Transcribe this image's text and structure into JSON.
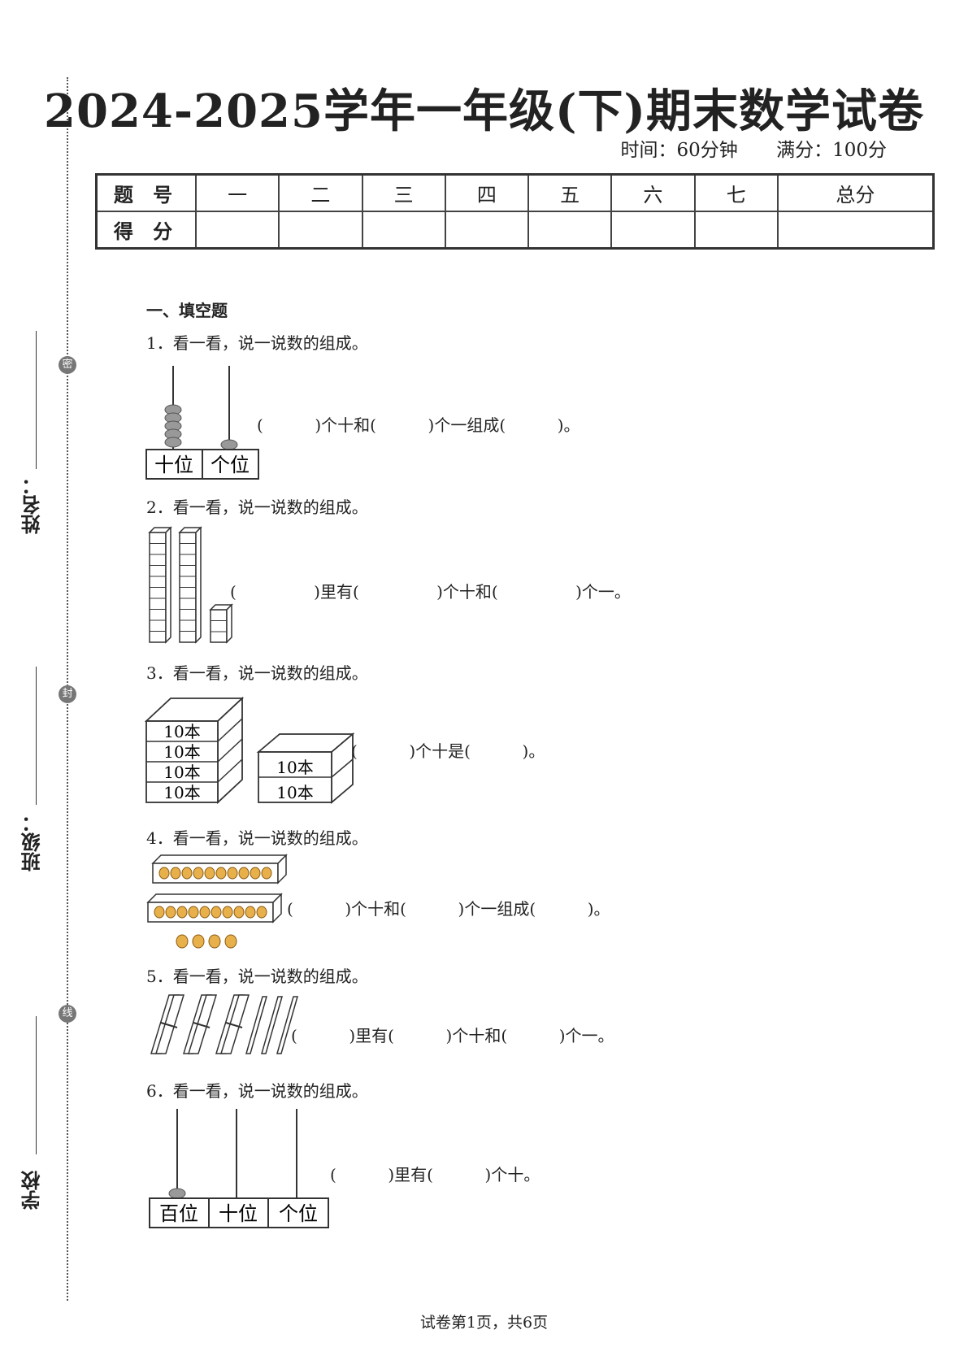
{
  "title": "2024-2025学年一年级(下)期末数学试卷",
  "time_label": "时间：60分钟",
  "full_score_label": "满分：100分",
  "score_table": {
    "row1_header": "题 号",
    "row2_header": "得 分",
    "columns": [
      "一",
      "二",
      "三",
      "四",
      "五",
      "六",
      "七",
      "总分"
    ]
  },
  "binding": {
    "seal_mi": "密",
    "seal_feng": "封",
    "seal_xian": "线",
    "name_label": "姓名：",
    "class_label": "班级：",
    "school_label": "学校"
  },
  "section_title": "一、填空题",
  "questions": [
    {
      "prompt": "1．看一看，说一说数的组成。",
      "answer": "(          )个十和(          )个一组成(          )。",
      "labels": [
        "十位",
        "个位"
      ]
    },
    {
      "prompt": "2．看一看，说一说数的组成。",
      "answer": "(               )里有(               )个十和(               )个一。"
    },
    {
      "prompt": "3．看一看，说一说数的组成。",
      "answer": "(          )个十是(          )。",
      "box_label": "10本"
    },
    {
      "prompt": "4．看一看，说一说数的组成。",
      "answer": "(          )个十和(          )个一组成(          )。"
    },
    {
      "prompt": "5．看一看，说一说数的组成。",
      "answer": "(          )里有(          )个十和(          )个一。"
    },
    {
      "prompt": "6．看一看，说一说数的组成。",
      "answer": "(          )里有(          )个十。",
      "labels": [
        "百位",
        "十位",
        "个位"
      ]
    }
  ],
  "footer": "试卷第1页，共6页"
}
